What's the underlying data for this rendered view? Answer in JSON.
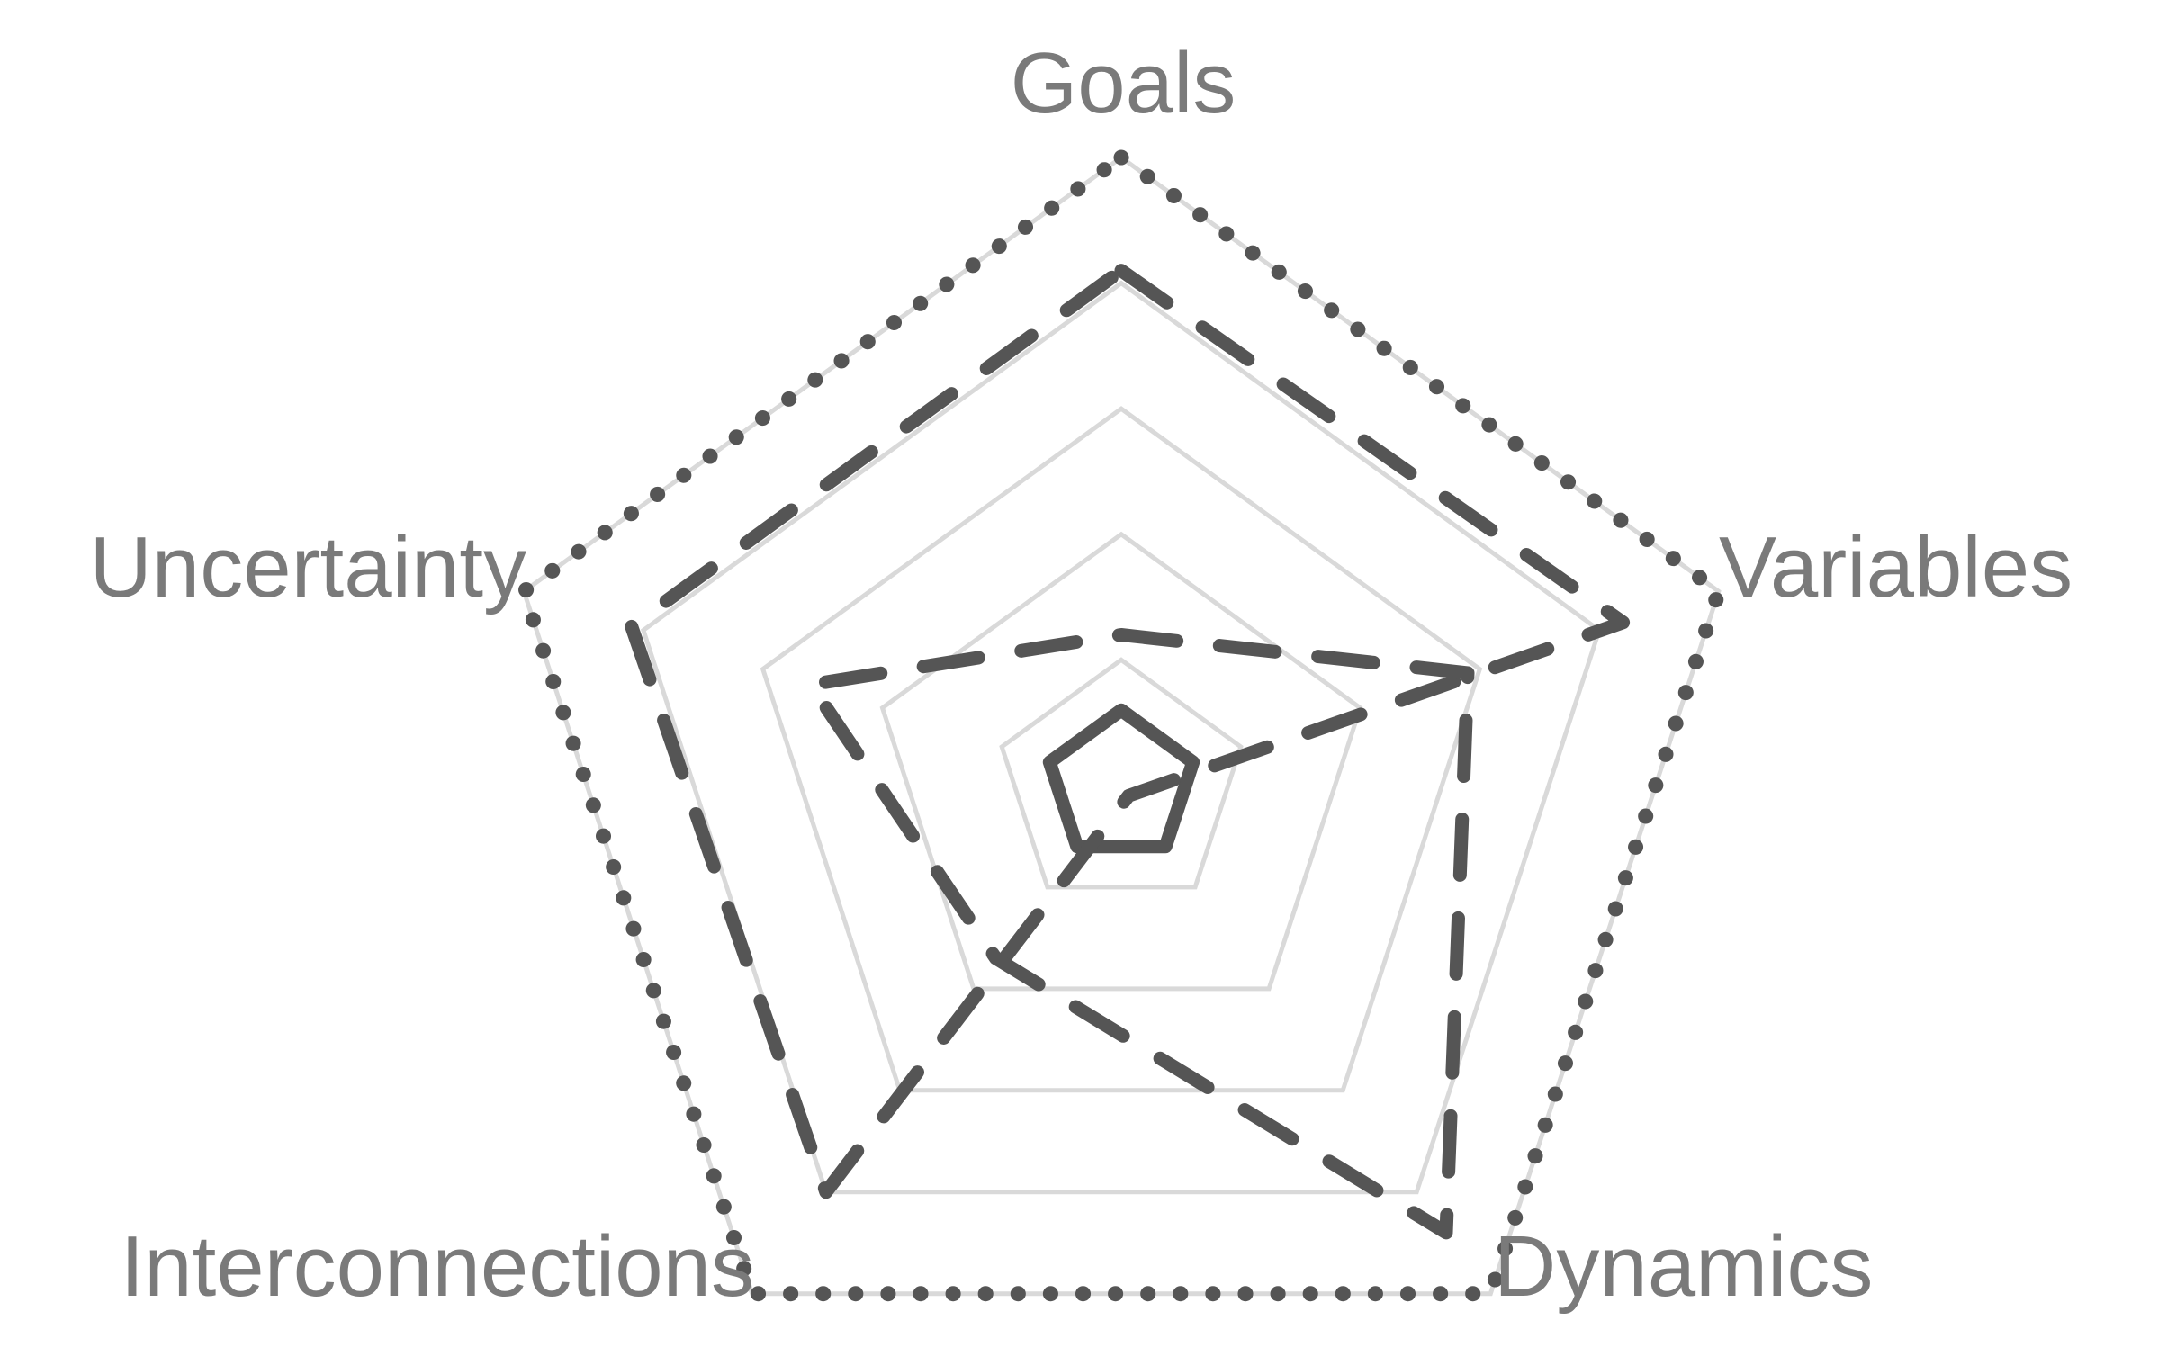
{
  "chart_data": {
    "type": "radar",
    "axes": [
      "Goals",
      "Variables",
      "Dynamics",
      "Interconnections",
      "Uncertainty"
    ],
    "range": [
      0,
      5
    ],
    "rings": [
      1,
      2,
      3,
      4,
      5
    ],
    "grid": true,
    "series": [
      {
        "values": [
          0.6,
          0.6,
          0.6,
          0.6,
          0.6
        ],
        "style": "solid",
        "color": "#555555"
      },
      {
        "values": [
          4.1,
          4.2,
          0.1,
          4.0,
          4.1
        ],
        "style": "dashed",
        "color": "#555555"
      },
      {
        "values": [
          1.2,
          2.9,
          4.4,
          1.7,
          2.6
        ],
        "style": "dashed",
        "color": "#555555"
      },
      {
        "values": [
          5.0,
          5.0,
          5.0,
          5.0,
          5.0
        ],
        "style": "dotted",
        "color": "#555555"
      }
    ],
    "colors": {
      "grid": "#d9d9d9",
      "series": "#555555",
      "label": "#7a7a7a"
    }
  }
}
